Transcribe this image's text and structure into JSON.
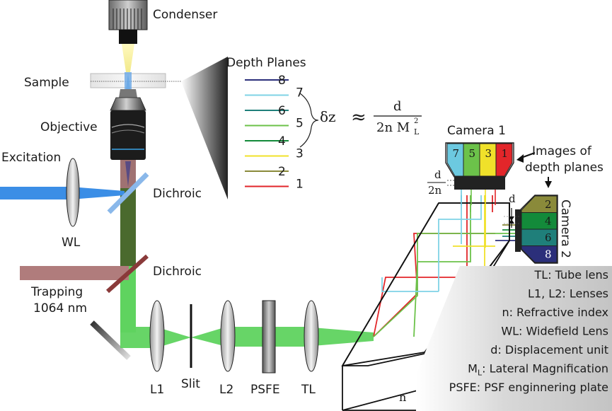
{
  "labels": {
    "condenser": "Condenser",
    "sample": "Sample",
    "objective": "Objective",
    "excitation": "Excitation",
    "wl": "WL",
    "dichroic_top": "Dichroic",
    "dichroic_bottom": "Dichroic",
    "trapping_line1": "Trapping",
    "trapping_line2": "1064 nm",
    "l1": "L1",
    "slit": "Slit",
    "l2": "L2",
    "psfe": "PSFE",
    "tl": "TL",
    "n": "n",
    "camera1": "Camera 1",
    "camera2": "Camera 2",
    "images_line1": "Images of",
    "images_line2": "depth planes",
    "d_top": "d",
    "d_bottom": "2n",
    "d_marker": "d"
  },
  "depth_planes": {
    "title": "Depth Planes",
    "planes": [
      {
        "label": "8",
        "color": "#2b2f7a"
      },
      {
        "label": "7",
        "color": "#7fd3e6"
      },
      {
        "label": "6",
        "color": "#1f7f7a"
      },
      {
        "label": "5",
        "color": "#6cc24a"
      },
      {
        "label": "4",
        "color": "#138a3a"
      },
      {
        "label": "3",
        "color": "#f0e12a"
      },
      {
        "label": "2",
        "color": "#8a8a3a"
      },
      {
        "label": "1",
        "color": "#e2262a"
      }
    ]
  },
  "formula": {
    "lhs": "δz",
    "approx": "≈",
    "numerator": "d",
    "denominator": "2n M",
    "subscript": "L",
    "superscript": "2"
  },
  "camera1": {
    "cells": [
      {
        "label": "7",
        "color": "#6cc9e0"
      },
      {
        "label": "5",
        "color": "#6cc24a"
      },
      {
        "label": "3",
        "color": "#f0e12a"
      },
      {
        "label": "1",
        "color": "#e2262a"
      }
    ]
  },
  "camera2": {
    "cells": [
      {
        "label": "2",
        "color": "#8a8a3a"
      },
      {
        "label": "4",
        "color": "#138a3a"
      },
      {
        "label": "6",
        "color": "#1f7f7a"
      },
      {
        "label": "8",
        "color": "#2b2f7a"
      }
    ]
  },
  "legend": {
    "items": [
      "TL: Tube lens",
      "L1, L2: Lenses",
      "n: Refractive index",
      "WL: Widefield Lens",
      "d: Displacement unit",
      "M",
      "PSFE: PSF enginnering plate"
    ],
    "ml_sub": "L",
    "ml_rest": ": Lateral Magnification"
  },
  "colors": {
    "fluorescence": "#5fd35f",
    "excitation": "#3b8ee6",
    "trapping": "#b07a7a",
    "mixed_beam": "#4a6a2e"
  }
}
